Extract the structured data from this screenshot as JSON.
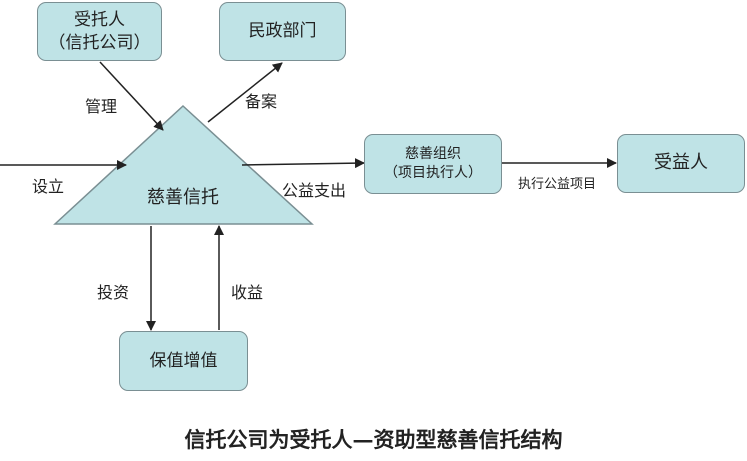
{
  "nodes": {
    "trustee_line1": "受托人",
    "trustee_line2": "（信托公司）",
    "civil_affairs": "民政部门",
    "charity_trust": "慈善信托",
    "charity_org_line1": "慈善组织",
    "charity_org_line2": "（项目执行人）",
    "beneficiary": "受益人",
    "appreciation": "保值增值"
  },
  "edges": {
    "manage": "管理",
    "filing": "备案",
    "establish": "设立",
    "public_expense": "公益支出",
    "execute_project": "执行公益项目",
    "invest": "投资",
    "income": "收益"
  },
  "caption": "信托公司为受托人—资助型慈善信托结构",
  "colors": {
    "box_fill": "#bfe3e6",
    "box_border": "#7a8f93",
    "arrow": "#222222"
  }
}
